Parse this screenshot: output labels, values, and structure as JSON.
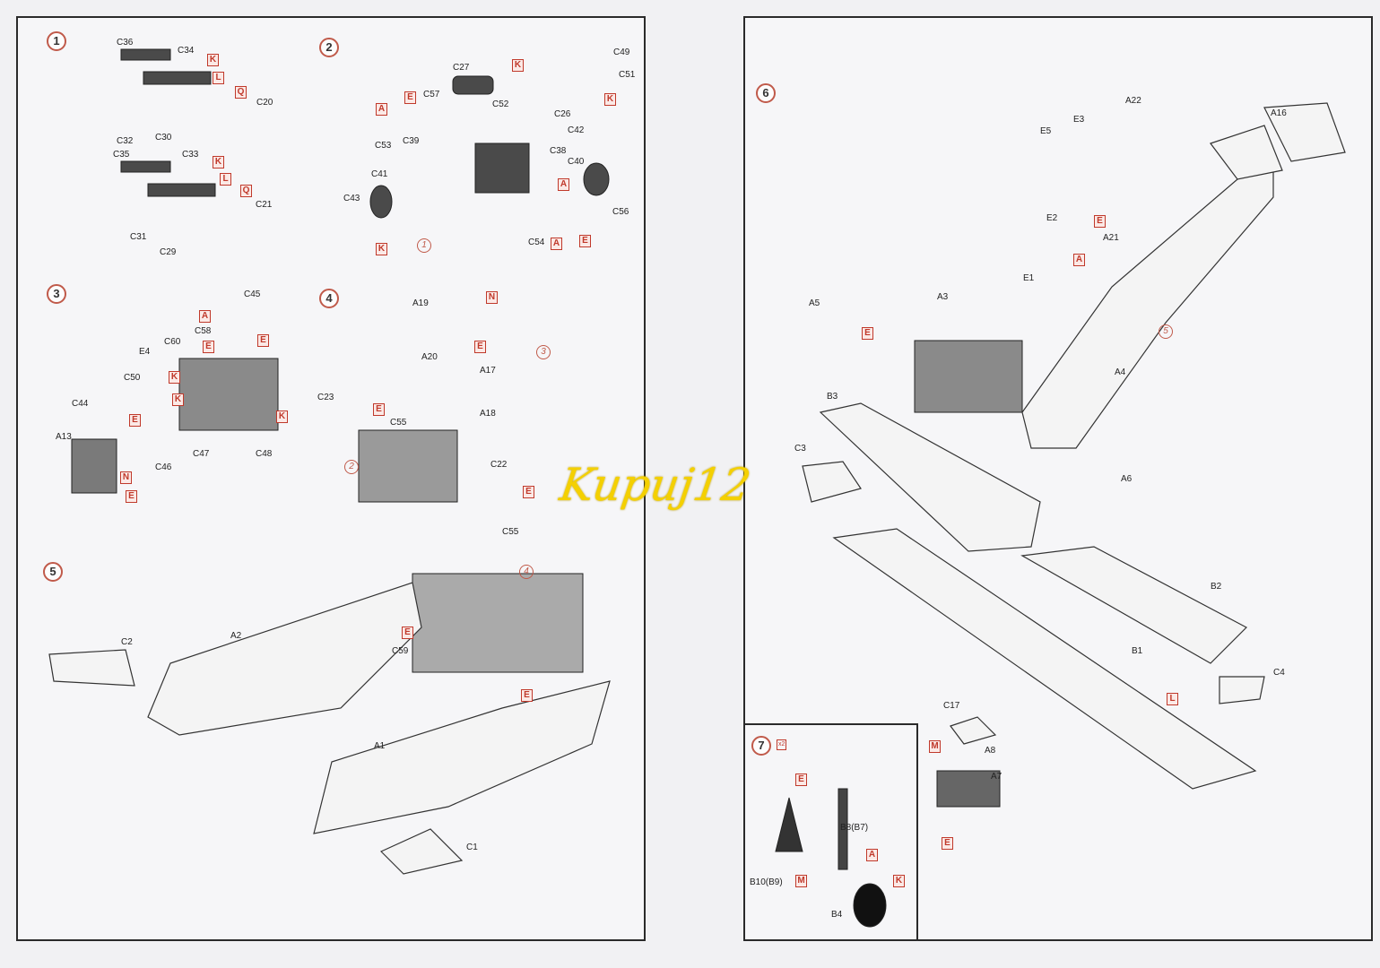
{
  "watermark": "Kupuj12",
  "step7_multiplier": "x2",
  "labels": {
    "step1": [
      "1",
      "C36",
      "C34",
      "K",
      "L",
      "Q",
      "C20",
      "C32",
      "C30",
      "C35",
      "C33",
      "K",
      "L",
      "Q",
      "C21",
      "C31",
      "C29"
    ],
    "step2": [
      "2",
      "C27",
      "K",
      "C49",
      "C51",
      "K",
      "E",
      "C57",
      "A",
      "C52",
      "C26",
      "C42",
      "C53",
      "C39",
      "C38",
      "C41",
      "C40",
      "A",
      "C43",
      "C56",
      "K",
      "1",
      "C54",
      "A",
      "E"
    ],
    "step3": [
      "3",
      "C45",
      "A",
      "C58",
      "C60",
      "E",
      "E",
      "E4",
      "K",
      "C50",
      "K",
      "C44",
      "E",
      "A13",
      "K",
      "C47",
      "C46",
      "C48",
      "N",
      "E"
    ],
    "step4": [
      "4",
      "A19",
      "N",
      "A20",
      "E",
      "A17",
      "3",
      "C23",
      "E",
      "C55",
      "A18",
      "2",
      "C22",
      "E",
      "C55"
    ],
    "step5": [
      "5",
      "A2",
      "E",
      "C59",
      "4",
      "C2",
      "E",
      "A1",
      "C1"
    ],
    "step6": [
      "6",
      "A22",
      "A16",
      "E5",
      "E3",
      "E2",
      "E",
      "A21",
      "A",
      "E1",
      "A3",
      "A5",
      "E",
      "5",
      "A4",
      "B3",
      "C3",
      "A6",
      "B2",
      "B1",
      "C4",
      "L",
      "C17",
      "M",
      "A8",
      "A7",
      "E"
    ],
    "step7": [
      "7",
      "E",
      "B8(B7)",
      "B10(B9)",
      "M",
      "A",
      "K",
      "B4"
    ]
  },
  "colors": {
    "paint_callout": "#c0392b",
    "step_circle": "#c05a4a",
    "watermark": "#f4d000"
  }
}
